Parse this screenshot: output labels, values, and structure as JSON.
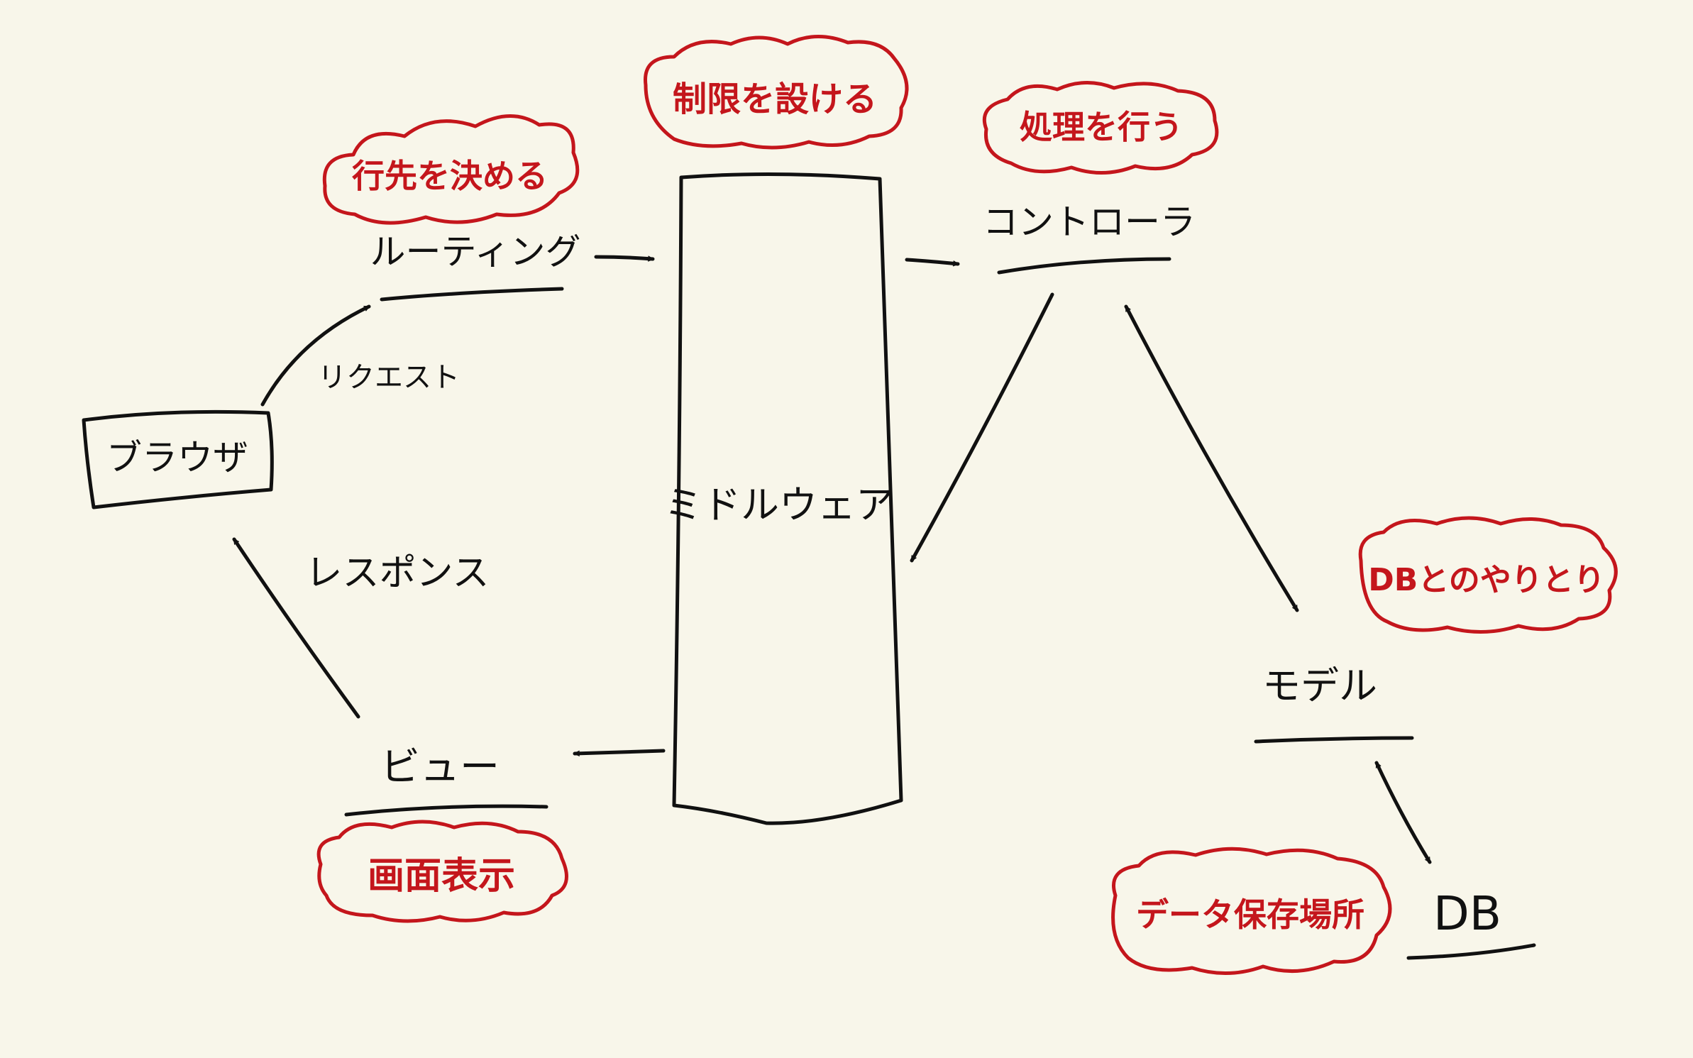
{
  "nodes": {
    "browser": "ブラウザ",
    "routing": "ルーティング",
    "middleware": "ミドルウェア",
    "controller": "コントローラ",
    "model": "モデル",
    "view": "ビュー",
    "db": "DB"
  },
  "edges": {
    "request": "リクエスト",
    "response": "レスポンス"
  },
  "notes": {
    "routing": "行先を決める",
    "middleware": "制限を設ける",
    "controller": "処理を行う",
    "model": "DBとのやりとり",
    "view": "画面表示",
    "db": "データ保存場所"
  },
  "colors": {
    "ink": "#111111",
    "note": "#c4161c",
    "paper": "#f8f6ea"
  }
}
